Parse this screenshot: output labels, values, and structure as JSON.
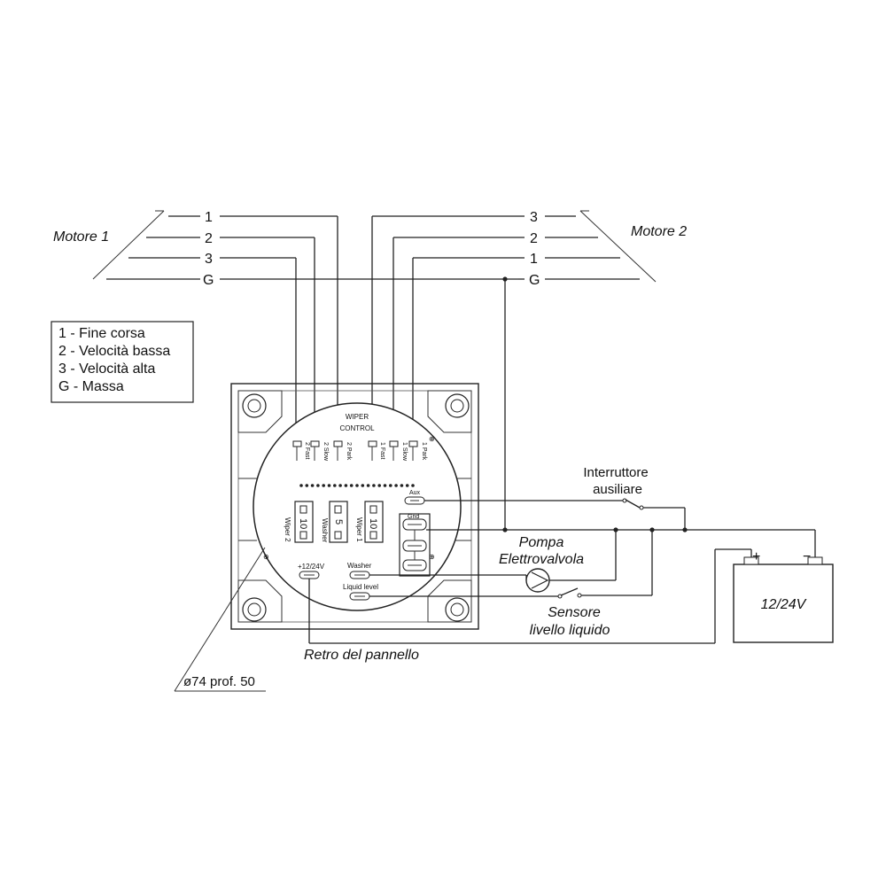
{
  "motor1": {
    "title": "Motore  1",
    "wires": [
      "1",
      "2",
      "3",
      "G"
    ]
  },
  "motor2": {
    "title": "Motore  2",
    "wires": [
      "3",
      "2",
      "1",
      "G"
    ]
  },
  "legend": [
    "1 - Fine corsa",
    "2 - Velocità bassa",
    "3 - Velocità alta",
    "G - Massa"
  ],
  "panel": {
    "title_line1": "WIPER",
    "title_line2": "CONTROL",
    "top_terminals": [
      "2 Fast",
      "2 Slow",
      "2 Park",
      "1 Fast",
      "1 Slow",
      "1 Park"
    ],
    "fuses": [
      {
        "label": "Wiper 2",
        "value": "10"
      },
      {
        "label": "Washer",
        "value": "5"
      },
      {
        "label": "Wiper 1",
        "value": "10"
      }
    ],
    "aux": "Aux",
    "gnd": "Gnd",
    "power": "+12/24V",
    "washer": "Washer",
    "liquid_level": "Liquid level"
  },
  "labels": {
    "switch_line1": "Interruttore",
    "switch_line2": "ausiliare",
    "pump_line1": "Pompa",
    "pump_line2": "Elettrovalvola",
    "sensor_line1": "Sensore",
    "sensor_line2": "livello liquido",
    "back": "Retro del pannello",
    "hole": "ø74 prof. 50"
  },
  "battery": {
    "label": "12/24V",
    "plus": "+",
    "minus": "−"
  }
}
